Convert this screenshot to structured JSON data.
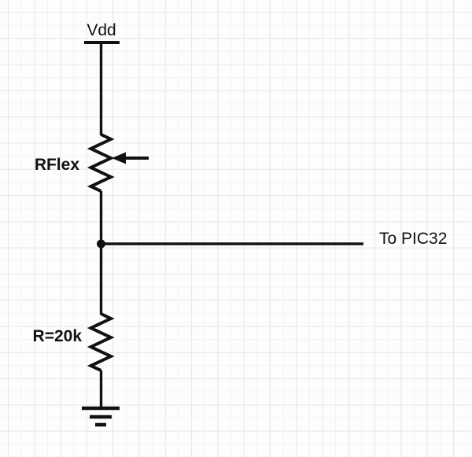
{
  "labels": {
    "supply": "Vdd",
    "variable_resistor": "RFlex",
    "fixed_resistor": "R=20k",
    "output": "To PIC32"
  },
  "colors": {
    "wire": "#111111",
    "grid_minor": "#f3f3f3",
    "grid_major": "#e8e8e8",
    "background": "#fdfdfd"
  }
}
